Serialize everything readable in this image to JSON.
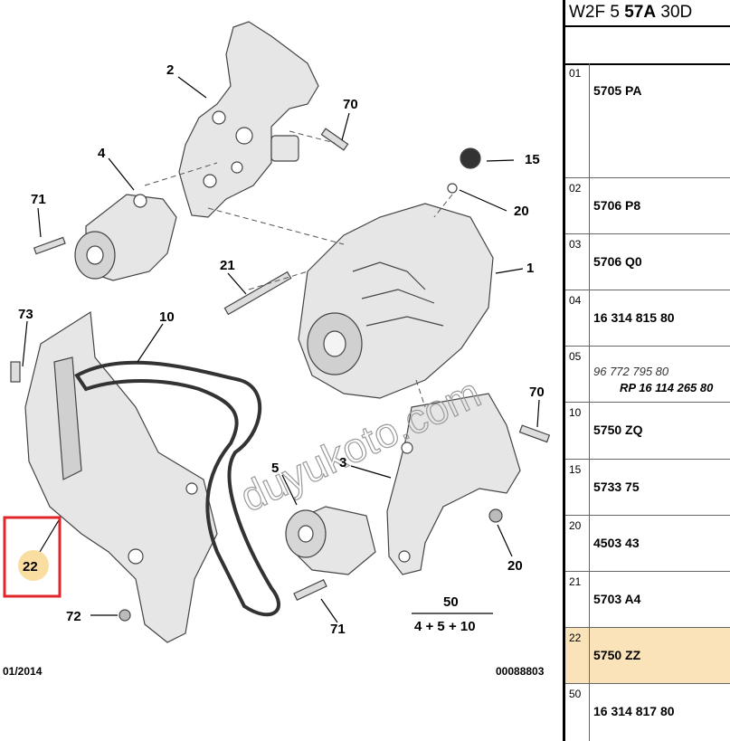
{
  "callouts": {
    "c1": "1",
    "c2": "2",
    "c3": "3",
    "c4": "4",
    "c5": "5",
    "c10": "10",
    "c15": "15",
    "c20a": "20",
    "c20b": "20",
    "c21": "21",
    "c22": "22",
    "c70a": "70",
    "c70b": "70",
    "c71a": "71",
    "c71b": "71",
    "c72": "72",
    "c73": "73",
    "c50": "50",
    "c50sub": "4 + 5 + 10"
  },
  "footer": {
    "date": "01/2014",
    "ref": "00088803"
  },
  "watermark": "duyukoto.com",
  "panel": {
    "header_a": "W2F 5 ",
    "header_b": "57A",
    "header_c": " 30D",
    "rows": [
      {
        "idx": "01",
        "val": "5705 PA"
      },
      {
        "idx": "02",
        "val": "5706 P8"
      },
      {
        "idx": "03",
        "val": "5706 Q0"
      },
      {
        "idx": "04",
        "val": "16 314 815 80"
      },
      {
        "idx": "05",
        "alt1": "96 772 795 80",
        "alt2": "RP 16 114 265 80"
      },
      {
        "idx": "10",
        "val": "5750 ZQ"
      },
      {
        "idx": "15",
        "val": "5733 75"
      },
      {
        "idx": "20",
        "val": "4503 43"
      },
      {
        "idx": "21",
        "val": "5703 A4"
      },
      {
        "idx": "22",
        "val": "5750 ZZ"
      },
      {
        "idx": "50",
        "val": "16 314 817 80"
      }
    ]
  },
  "colors": {
    "highlight": "#fbe3b9",
    "marker": "#e0262b"
  }
}
